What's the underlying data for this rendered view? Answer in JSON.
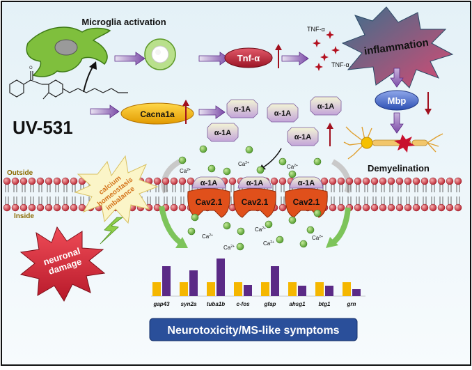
{
  "title": "Microglia activation",
  "compound": "UV-531",
  "nodes": {
    "tnf": "Tnf-α",
    "cacna1a": "Cacna1a",
    "mbp": "Mbp",
    "inflammation": "inflammation",
    "demyelination": "Demyelination",
    "neuronal_damage": [
      "neuronal",
      "damage"
    ],
    "calcium_imbalance": [
      "calcium",
      "homeostasis",
      "imbalance"
    ]
  },
  "tnf_labels": [
    "TNF-α",
    "TNF-α"
  ],
  "subunit_label": "α-1A",
  "channel_label": "Cav2.1",
  "calcium_label": "Ca",
  "calcium_charge": "2+",
  "membrane": {
    "outside": "Outside",
    "inside": "Inside"
  },
  "footer": "Neurotoxicity/MS-like symptoms",
  "colors": {
    "bar_orange": "#f5b700",
    "bar_purple": "#5b2a86",
    "channel": "#e0501b",
    "subunit": "#c8a6dc",
    "footer_bg": "#2a4f9a"
  },
  "chart_data": {
    "type": "bar",
    "categories": [
      "gap43",
      "syn2a",
      "tuba1b",
      "c-fos",
      "gfap",
      "ahsg1",
      "btg1",
      "grn"
    ],
    "series": [
      {
        "values": [
          1.0,
          1.0,
          1.0,
          1.0,
          1.0,
          1.0,
          1.0,
          1.0
        ]
      },
      {
        "values": [
          2.15,
          1.85,
          2.7,
          0.8,
          2.15,
          0.75,
          0.75,
          0.5
        ]
      }
    ],
    "grid": false
  }
}
